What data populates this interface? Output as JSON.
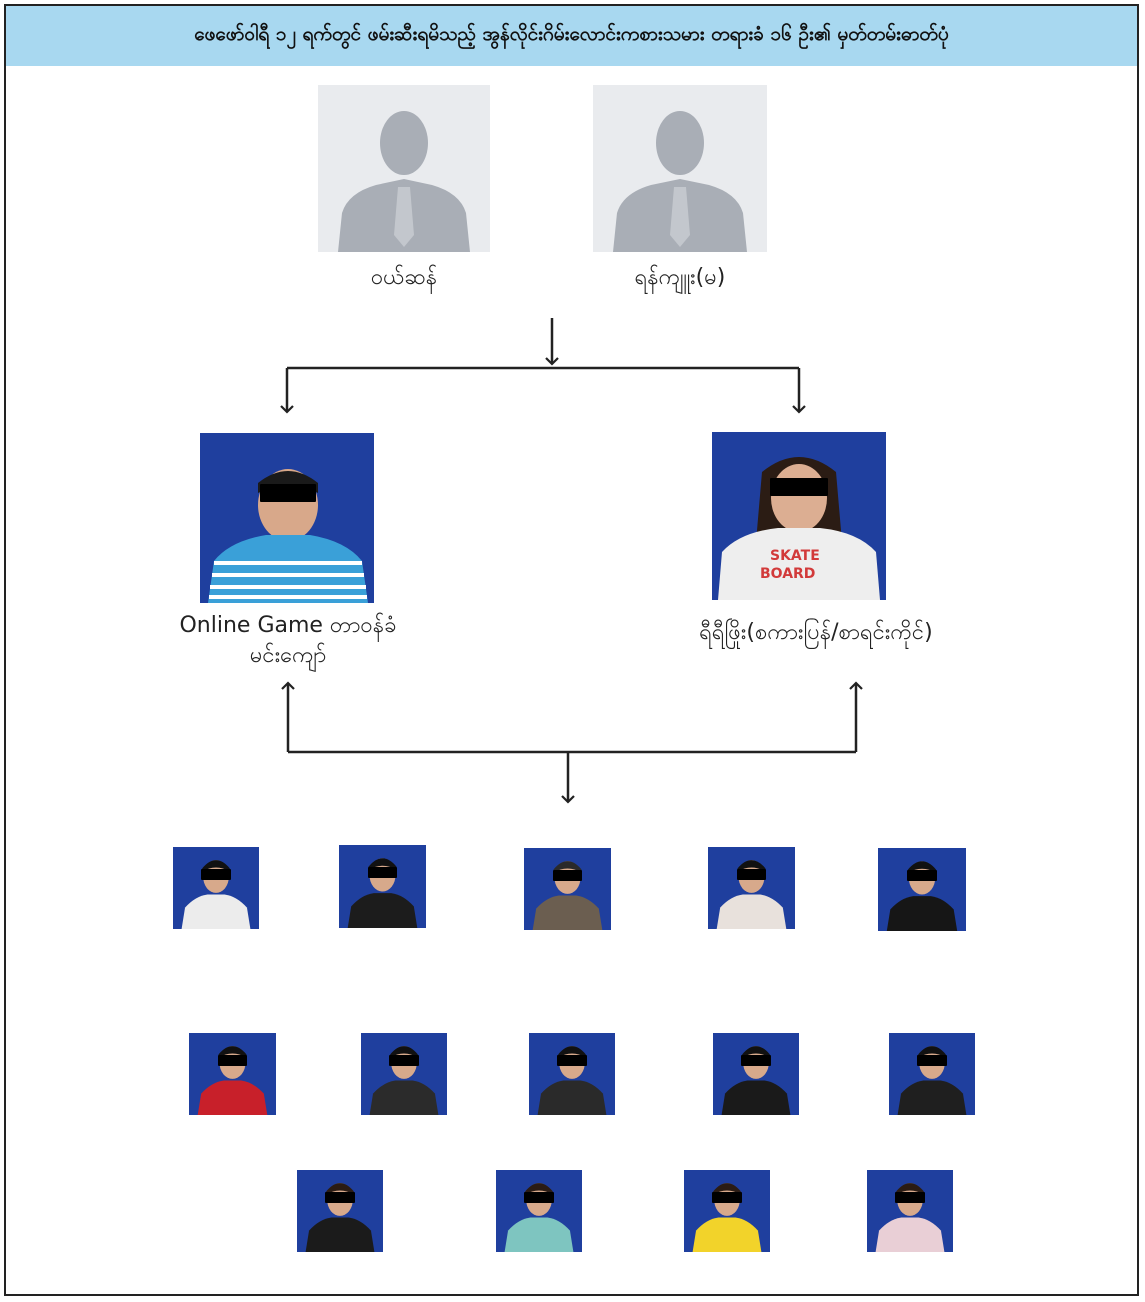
{
  "header": {
    "title": "ဖေဖော်ဝါရီ ၁၂ ရက်တွင် ဖမ်းဆီးရမိသည့် အွန်လိုင်းဂိမ်းလောင်းကစားသမား တရားခံ ၁၆ ဦး၏ မှတ်တမ်းဓာတ်ပုံ"
  },
  "top": [
    {
      "name": "ဝယ်ဆန်",
      "icon": "person-silhouette-icon"
    },
    {
      "name": "ရန်ကျူး(မ)",
      "icon": "person-silhouette-icon"
    }
  ],
  "middle": {
    "left": {
      "line1": "Online Game တာဝန်ခံ",
      "line2": "မင်းကျော်"
    },
    "right": {
      "line1": "ရီရီဖြိုး(စကားပြန်/စာရင်းကိုင်)"
    }
  },
  "colors": {
    "header_bg": "#a8d8f0",
    "photo_bg": "#1c3c9a",
    "line": "#222222"
  }
}
